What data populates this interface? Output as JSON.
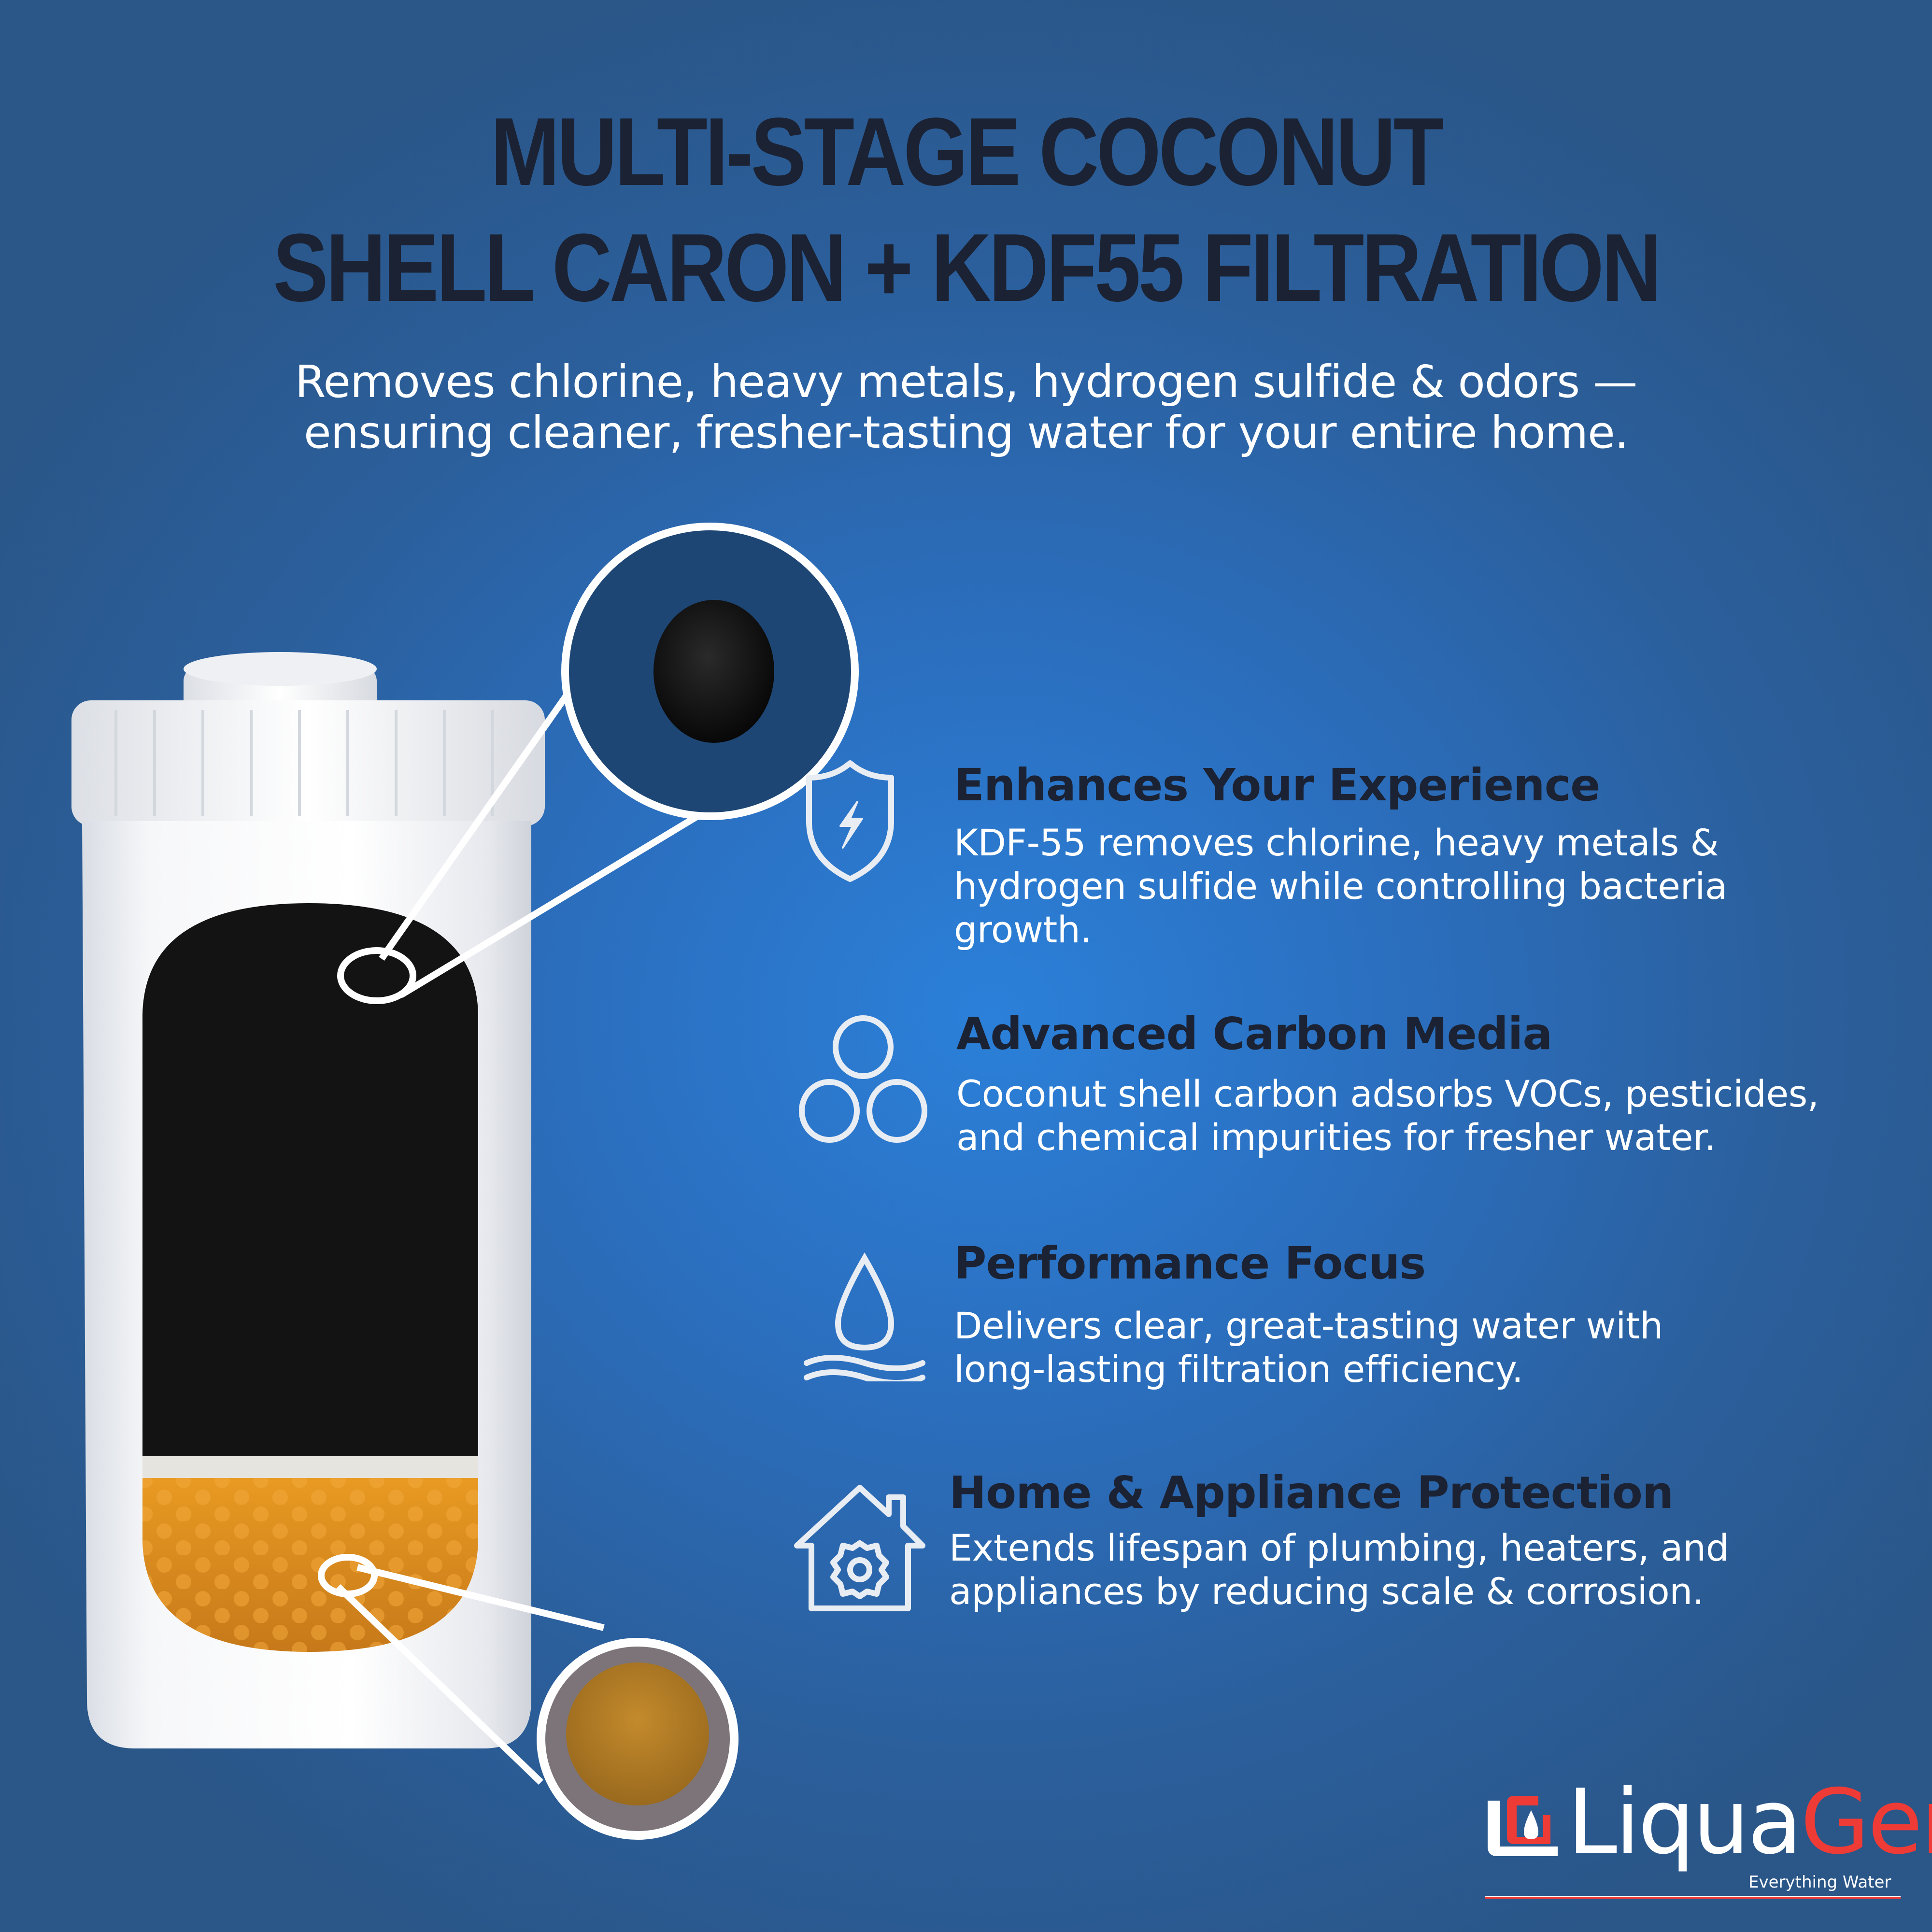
{
  "header": {
    "title_line1": "MULTI-STAGE COCONUT",
    "title_line2": "SHELL CARON + KDF55 FILTRATION",
    "subtitle_line1": "Removes chlorine, heavy metals, hydrogen sulfide & odors —",
    "subtitle_line2": "ensuring cleaner, fresher-tasting water for your entire home."
  },
  "product": {
    "name": "filter-cartridge",
    "media_top": "coconut-shell-carbon",
    "media_bottom": "kdf55",
    "zoom_top_label": "carbon-granule",
    "zoom_bottom_label": "kdf55-granule"
  },
  "features": [
    {
      "icon": "shield-lightning-icon",
      "title": "Enhances Your Experience",
      "desc": "KDF-55 removes chlorine, heavy metals &\nhydrogen sulfide while controlling bacteria\ngrowth."
    },
    {
      "icon": "three-circles-icon",
      "title": "Advanced Carbon Media",
      "desc": "Coconut shell carbon adsorbs VOCs, pesticides,\nand chemical impurities for fresher water."
    },
    {
      "icon": "water-drop-waves-icon",
      "title": "Performance Focus",
      "desc": "Delivers clear, great-tasting water with\nlong-lasting filtration efficiency."
    },
    {
      "icon": "house-gear-icon",
      "title": "Home & Appliance Protection",
      "desc": "Extends lifespan of plumbing, heaters, and\nappliances by reducing scale & corrosion."
    }
  ],
  "brand": {
    "name_part1": "Liqua",
    "name_part2": "Gen",
    "tagline": "Everything Water"
  },
  "colors": {
    "background": "#2b6fbf",
    "title": "#1b2233",
    "text": "#ffffff",
    "brand_red": "#ef3b36",
    "carbon": "#111111",
    "kdf": "#d68a1c"
  }
}
